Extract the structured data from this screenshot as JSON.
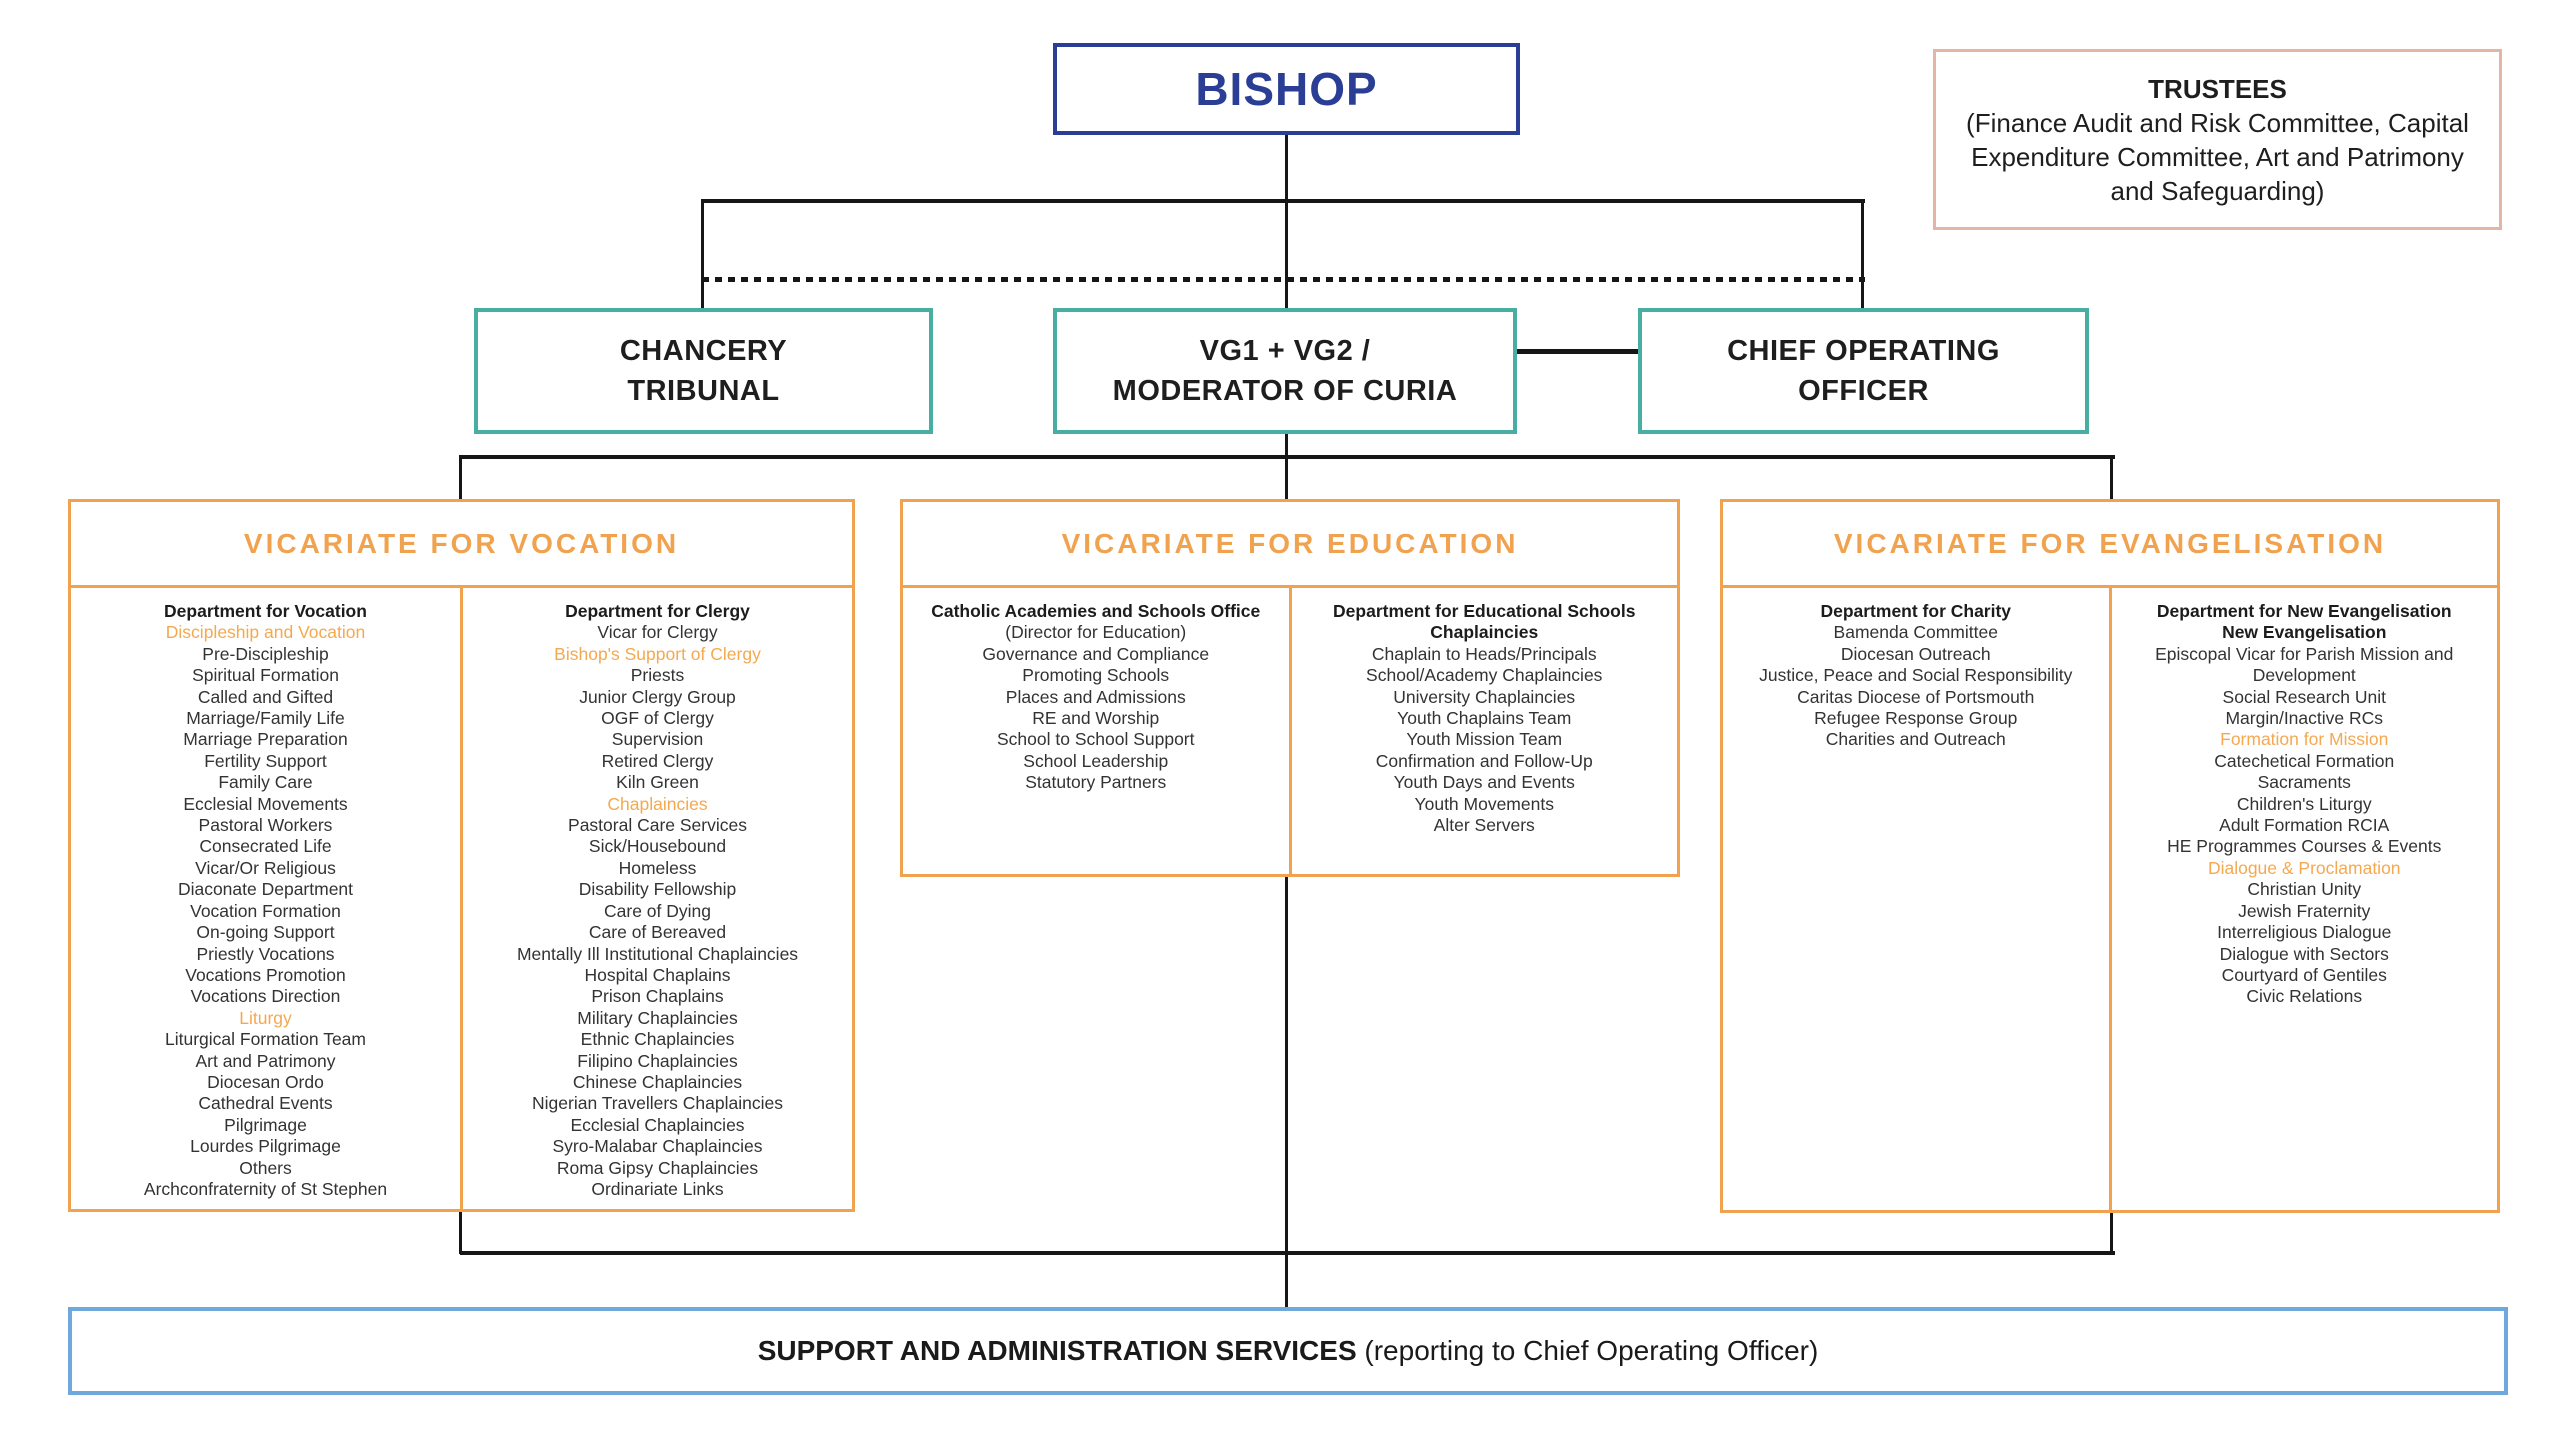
{
  "accent_colors": {
    "bishop_blue": "#2b3e95",
    "teal": "#48aea2",
    "orange": "#f0a24e",
    "trustees_pink": "#e2b6a2",
    "support_blue": "#6fa8dc",
    "line_black": "#161616"
  },
  "bishop": {
    "label": "BISHOP"
  },
  "trustees": {
    "title": "TRUSTEES",
    "subtitle": "(Finance Audit and Risk Committee, Capital Expenditure Committee, Art and Patrimony and Safeguarding)"
  },
  "row2": {
    "chancery": {
      "line1": "CHANCERY",
      "line2": "TRIBUNAL"
    },
    "moderator": {
      "line1": "VG1 + VG2 /",
      "line2": "MODERATOR OF CURIA"
    },
    "coo": {
      "line1": "CHIEF OPERATING",
      "line2": "OFFICER"
    }
  },
  "vicariates": [
    {
      "title": "VICARIATE FOR VOCATION",
      "columns": [
        {
          "items": [
            {
              "t": "Department for Vocation",
              "s": "bold"
            },
            {
              "t": "Discipleship and Vocation",
              "s": "orange"
            },
            {
              "t": "Pre-Discipleship"
            },
            {
              "t": "Spiritual Formation"
            },
            {
              "t": "Called and Gifted"
            },
            {
              "t": "Marriage/Family Life"
            },
            {
              "t": "Marriage Preparation"
            },
            {
              "t": "Fertility Support"
            },
            {
              "t": "Family Care"
            },
            {
              "t": "Ecclesial Movements"
            },
            {
              "t": "Pastoral Workers"
            },
            {
              "t": "Consecrated Life"
            },
            {
              "t": "Vicar/Or Religious"
            },
            {
              "t": "Diaconate Department"
            },
            {
              "t": "Vocation Formation"
            },
            {
              "t": "On-going Support"
            },
            {
              "t": "Priestly Vocations"
            },
            {
              "t": "Vocations Promotion"
            },
            {
              "t": "Vocations Direction"
            },
            {
              "t": "Liturgy",
              "s": "orange"
            },
            {
              "t": "Liturgical Formation Team"
            },
            {
              "t": "Art and Patrimony"
            },
            {
              "t": "Diocesan Ordo"
            },
            {
              "t": "Cathedral Events"
            },
            {
              "t": "Pilgrimage"
            },
            {
              "t": "Lourdes Pilgrimage"
            },
            {
              "t": "Others"
            },
            {
              "t": "Archconfraternity of St Stephen"
            }
          ]
        },
        {
          "items": [
            {
              "t": "Department for Clergy",
              "s": "bold"
            },
            {
              "t": "Vicar for Clergy"
            },
            {
              "t": "Bishop's Support of Clergy",
              "s": "orange"
            },
            {
              "t": "Priests"
            },
            {
              "t": "Junior Clergy Group"
            },
            {
              "t": "OGF of Clergy"
            },
            {
              "t": "Supervision"
            },
            {
              "t": "Retired Clergy"
            },
            {
              "t": "Kiln Green"
            },
            {
              "t": "Chaplaincies",
              "s": "orange"
            },
            {
              "t": "Pastoral Care Services"
            },
            {
              "t": "Sick/Housebound"
            },
            {
              "t": "Homeless"
            },
            {
              "t": "Disability Fellowship"
            },
            {
              "t": "Care of Dying"
            },
            {
              "t": "Care of Bereaved"
            },
            {
              "t": "Mentally Ill Institutional Chaplaincies"
            },
            {
              "t": "Hospital Chaplains"
            },
            {
              "t": "Prison Chaplains"
            },
            {
              "t": "Military Chaplaincies"
            },
            {
              "t": "Ethnic Chaplaincies"
            },
            {
              "t": "Filipino Chaplaincies"
            },
            {
              "t": "Chinese Chaplaincies"
            },
            {
              "t": "Nigerian Travellers Chaplaincies"
            },
            {
              "t": "Ecclesial Chaplaincies"
            },
            {
              "t": "Syro-Malabar Chaplaincies"
            },
            {
              "t": "Roma Gipsy Chaplaincies"
            },
            {
              "t": "Ordinariate Links"
            }
          ]
        }
      ]
    },
    {
      "title": "VICARIATE FOR EDUCATION",
      "columns": [
        {
          "items": [
            {
              "t": "Catholic Academies and Schools Office",
              "s": "bold"
            },
            {
              "t": "(Director for Education)"
            },
            {
              "t": "Governance and Compliance"
            },
            {
              "t": "Promoting Schools"
            },
            {
              "t": "Places and Admissions"
            },
            {
              "t": "RE and Worship"
            },
            {
              "t": "School to School Support"
            },
            {
              "t": "School Leadership"
            },
            {
              "t": "Statutory Partners"
            }
          ]
        },
        {
          "items": [
            {
              "t": "Department for Educational Schools Chaplaincies",
              "s": "bold"
            },
            {
              "t": "Chaplain to Heads/Principals"
            },
            {
              "t": "School/Academy Chaplaincies"
            },
            {
              "t": "University Chaplaincies"
            },
            {
              "t": "Youth Chaplains Team"
            },
            {
              "t": "Youth Mission Team"
            },
            {
              "t": "Confirmation and Follow-Up"
            },
            {
              "t": "Youth Days and Events"
            },
            {
              "t": "Youth Movements"
            },
            {
              "t": "Alter Servers"
            }
          ]
        }
      ]
    },
    {
      "title": "VICARIATE FOR EVANGELISATION",
      "columns": [
        {
          "items": [
            {
              "t": "Department for Charity",
              "s": "bold"
            },
            {
              "t": "Bamenda Committee"
            },
            {
              "t": "Diocesan Outreach"
            },
            {
              "t": "Justice, Peace and Social Responsibility"
            },
            {
              "t": "Caritas Diocese of Portsmouth"
            },
            {
              "t": "Refugee Response Group"
            },
            {
              "t": "Charities and Outreach"
            }
          ]
        },
        {
          "items": [
            {
              "t": "Department for New Evangelisation",
              "s": "bold"
            },
            {
              "t": "New Evangelisation",
              "s": "bold"
            },
            {
              "t": "Episcopal Vicar for Parish Mission and Development"
            },
            {
              "t": "Social Research Unit"
            },
            {
              "t": "Margin/Inactive RCs"
            },
            {
              "t": "Formation for Mission",
              "s": "orange"
            },
            {
              "t": "Catechetical Formation"
            },
            {
              "t": "Sacraments"
            },
            {
              "t": "Children's Liturgy"
            },
            {
              "t": "Adult Formation RCIA"
            },
            {
              "t": "HE Programmes Courses & Events"
            },
            {
              "t": "Dialogue & Proclamation",
              "s": "orange"
            },
            {
              "t": "Christian Unity"
            },
            {
              "t": "Jewish Fraternity"
            },
            {
              "t": "Interreligious Dialogue"
            },
            {
              "t": "Dialogue with Sectors"
            },
            {
              "t": "Courtyard of Gentiles"
            },
            {
              "t": "Civic Relations"
            }
          ]
        }
      ]
    }
  ],
  "support": {
    "title": "SUPPORT AND ADMINISTRATION SERVICES",
    "suffix": " (reporting to Chief Operating Officer)"
  }
}
